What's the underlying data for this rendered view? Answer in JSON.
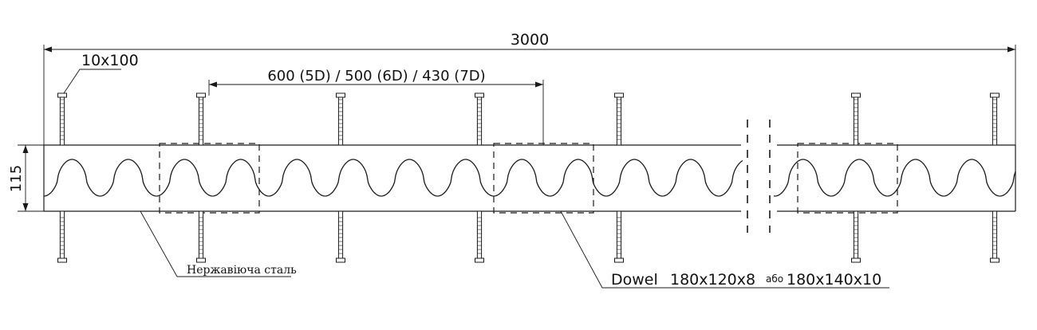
{
  "dimensions": {
    "overall_length": "3000",
    "height": "115",
    "stud": "10x100",
    "dowel_spacing": "600 (5D) / 500 (6D) / 430 (7D)"
  },
  "labels": {
    "material": "Нержавіюча сталь",
    "dowel_prefix": "Dowel",
    "dowel_size_1": "180x120x8",
    "dowel_or": "або",
    "dowel_size_2": "180x140x10"
  }
}
